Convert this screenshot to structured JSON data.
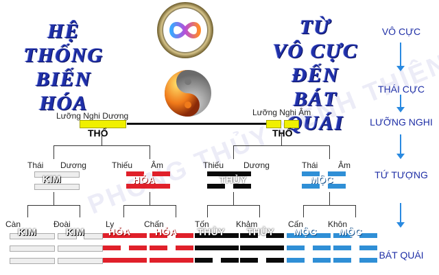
{
  "title_left": [
    "HỆ",
    "THỐNG",
    "BIẾN",
    "HÓA"
  ],
  "title_right": [
    "TỪ",
    "VÔ CỰC",
    "ĐẾN",
    "BÁT QUÁI"
  ],
  "levels": {
    "vo_cuc": "VÔ CỰC",
    "thai_cuc": "THÁI CỰC",
    "luong_nghi": "LƯỠNG NGHI",
    "tu_tuong": "TỨ TƯỢNG",
    "bat_quai": "BÁT QUÁI"
  },
  "luong_nghi": {
    "left_label": "Lưỡng Nghi Dương",
    "right_label": "Lưỡng Nghi Âm",
    "left_element": "THỔ",
    "right_element": "THỔ"
  },
  "tu_tuong": [
    {
      "l1": "Thái",
      "l2": "Dương",
      "element": "KIM"
    },
    {
      "l1": "Thiếu",
      "l2": "Âm",
      "element": "HỎA"
    },
    {
      "l1": "Thiếu",
      "l2": "Dương",
      "element": "THỦY"
    },
    {
      "l1": "Thái",
      "l2": "Âm",
      "element": "MỘC"
    }
  ],
  "bat_quai": [
    {
      "name": "Càn",
      "element": "KIM"
    },
    {
      "name": "Đoài",
      "element": "KIM"
    },
    {
      "name": "Ly",
      "element": "HỎA"
    },
    {
      "name": "Chấn",
      "element": "HỎA"
    },
    {
      "name": "Tốn",
      "element": "THỦY"
    },
    {
      "name": "Khảm",
      "element": "THỦY"
    },
    {
      "name": "Cấn",
      "element": "MỘC"
    },
    {
      "name": "Khôn",
      "element": "MỘC"
    }
  ],
  "watermark": "PHONG THỦY MÊNH THIÊN",
  "colors": {
    "kim": "#e8e8e8",
    "hoa": "#e0202a",
    "thuy": "#0a0a0a",
    "moc": "#2f8fd6",
    "tho": "#f0f000",
    "title": "#1f2fa8",
    "accent_arrow": "#2a8ae0"
  }
}
